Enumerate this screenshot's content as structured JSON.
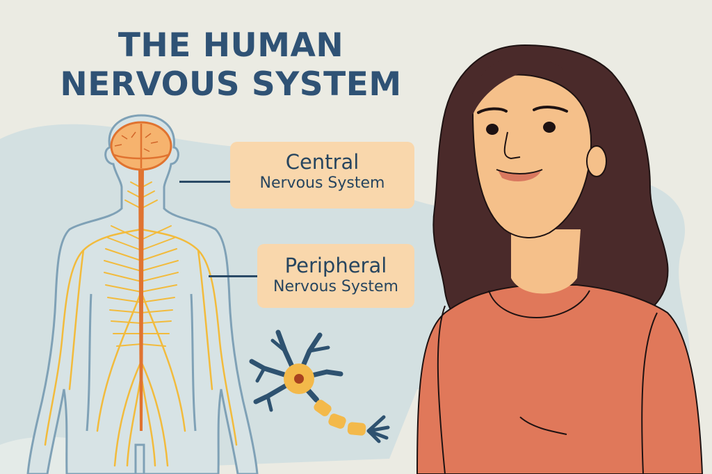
{
  "title": {
    "line1": "THE HUMAN",
    "line2": "NERVOUS SYSTEM"
  },
  "labels": {
    "central": {
      "line1": "Central",
      "line2": "Nervous System"
    },
    "peripheral": {
      "line1": "Peripheral",
      "line2": "Nervous System"
    }
  },
  "illustrations": {
    "body_figure": "human-body-outline-with-brain-spinal-cord-and-nerves",
    "neuron": "neuron-cell-with-dendrites-and-myelinated-axon",
    "person": "smiling-woman-with-long-wavy-dark-hair-in-coral-top"
  },
  "colors": {
    "background": "#ebebe3",
    "blob": "#d3e0e1",
    "title": "#2f5275",
    "label_bg": "#f9d7ac",
    "label_text": "#27455f",
    "spinal_cord": "#e07330",
    "nerves": "#f2bb3c",
    "body_outline": "#7fa1b6",
    "neuron_body": "#2e5270",
    "shirt": "#e0785a",
    "hair": "#4a2a2a",
    "skin": "#f5c08a"
  }
}
